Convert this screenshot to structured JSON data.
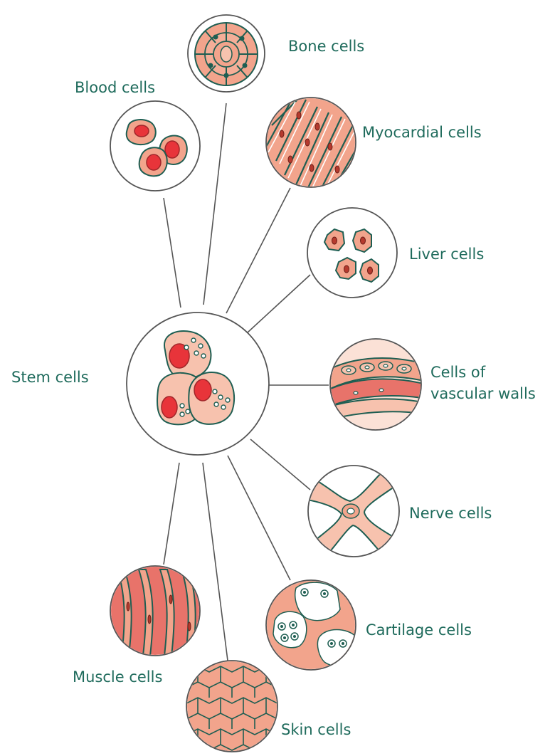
{
  "diagram": {
    "center": {
      "label": "Stem cells"
    },
    "nodes": [
      {
        "id": "bone",
        "label": "Bone cells"
      },
      {
        "id": "blood",
        "label": "Blood cells"
      },
      {
        "id": "myocardial",
        "label": "Myocardial cells"
      },
      {
        "id": "liver",
        "label": "Liver cells"
      },
      {
        "id": "vascular",
        "label_lines": [
          "Cells of",
          "vascular walls"
        ]
      },
      {
        "id": "nerve",
        "label": "Nerve cells"
      },
      {
        "id": "cartilage",
        "label": "Cartilage cells"
      },
      {
        "id": "muscle",
        "label": "Muscle cells"
      },
      {
        "id": "skin",
        "label": "Skin cells"
      }
    ]
  },
  "colors": {
    "label_text": "#1f6b5c",
    "cell_fill": "#f2a48c",
    "cell_outline": "#1e5e52",
    "nucleus": "#e8343a",
    "connector": "#555555"
  }
}
